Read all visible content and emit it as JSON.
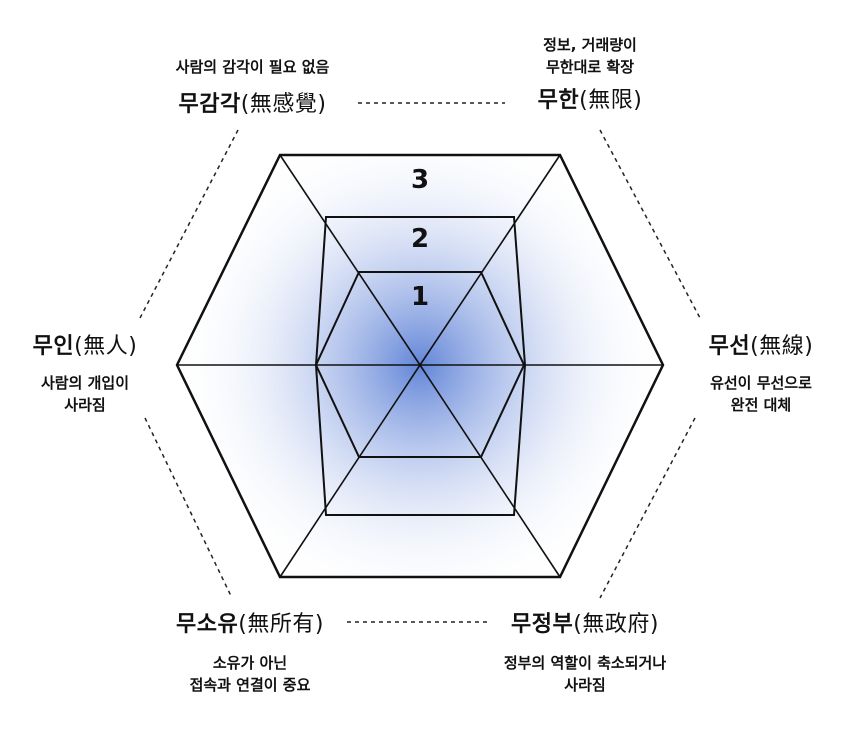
{
  "center_levels": [
    "1",
    "2",
    "3"
  ],
  "nodes": {
    "top_left": {
      "title": "무감각",
      "hanja": "(無感覺)",
      "desc": [
        "사람의 감각이 필요 없음"
      ]
    },
    "top_right": {
      "title": "무한",
      "hanja": "(無限)",
      "desc": [
        "정보, 거래량이",
        "무한대로 확장"
      ]
    },
    "left": {
      "title": "무인",
      "hanja": "(無人)",
      "desc": [
        "사람의 개입이",
        "사라짐"
      ]
    },
    "right": {
      "title": "무선",
      "hanja": "(無線)",
      "desc": [
        "유선이 무선으로",
        "완전 대체"
      ]
    },
    "bottom_left": {
      "title": "무소유",
      "hanja": "(無所有)",
      "desc": [
        "소유가 아닌",
        "접속과 연결이 중요"
      ]
    },
    "bottom_right": {
      "title": "무정부",
      "hanja": "(無政府)",
      "desc": [
        "정부의 역할이 축소되거나",
        "사라짐"
      ]
    }
  },
  "colors": {
    "line": "#111111",
    "glow": "#6f8fd8"
  }
}
